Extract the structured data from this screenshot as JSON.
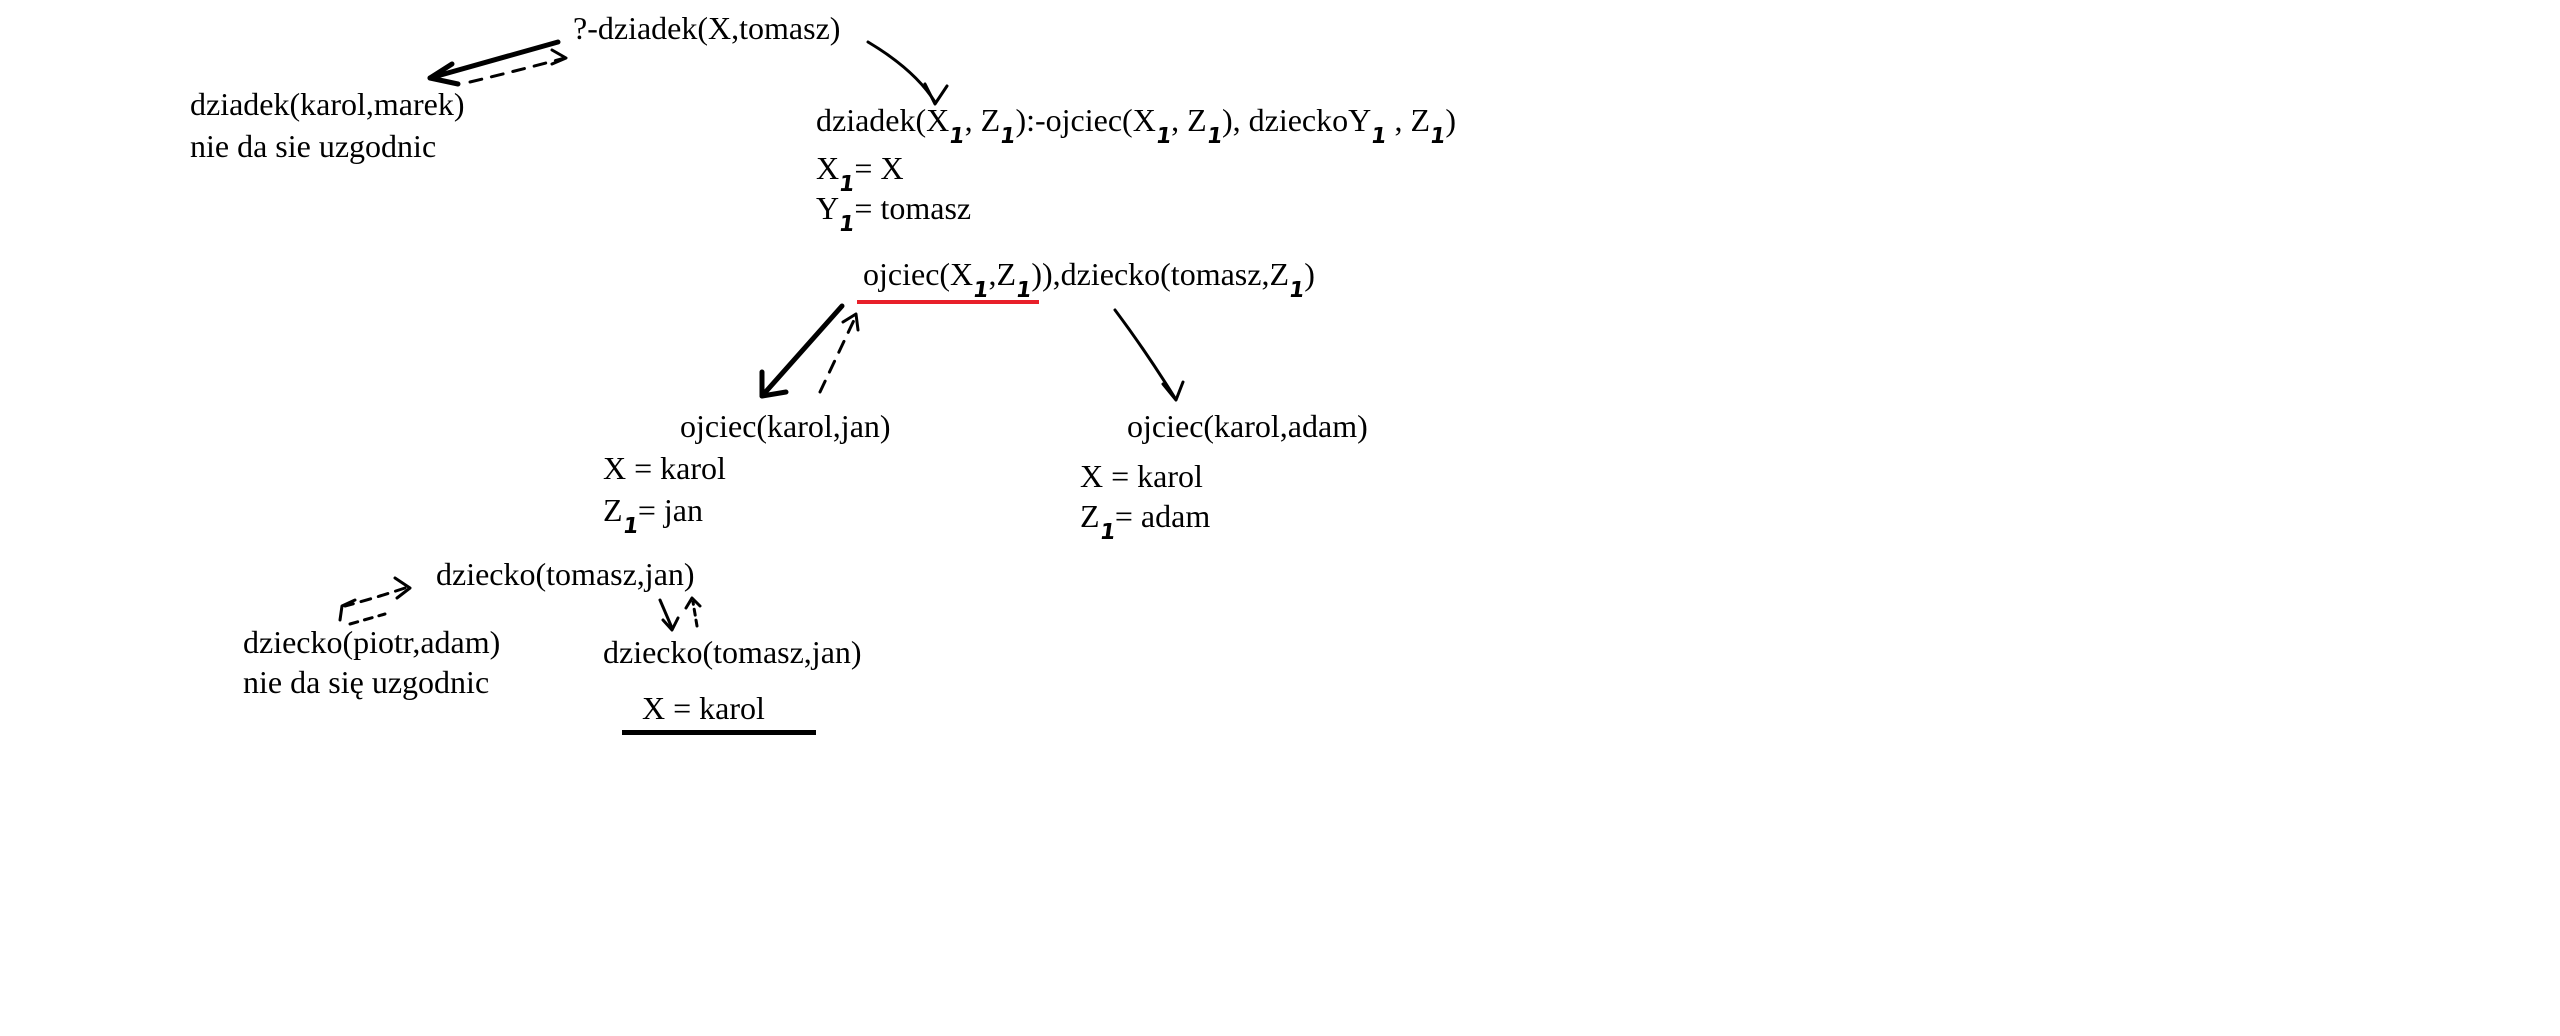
{
  "palette": {
    "ink": "#000000",
    "highlight": "#e8202a",
    "background": "#ffffff"
  },
  "root": {
    "query": "?-dziadek(X,tomasz)"
  },
  "left_fact": {
    "clause": "dziadek(karol,marek)",
    "note": "nie da sie uzgodnic"
  },
  "rule": {
    "p1": "dziadek(X",
    "s1": "1",
    "p2": ", Z",
    "s2": "1",
    "p3": "):-ojciec(X",
    "s3": "1",
    "p4": ", Z",
    "s4": "1",
    "p5": "), dzieckoY",
    "s5": "1",
    "p6": " , Z",
    "s6": "1",
    "p7": ")"
  },
  "bindings1": {
    "x_a": "X",
    "x_s": "1",
    "x_b": "= X",
    "y_a": "Y",
    "y_s": "1",
    "y_b": "= tomasz"
  },
  "goal2": {
    "p1": "ojciec(X",
    "s1": "1",
    "p2": ",Z",
    "s2": "1",
    "p3": ")),dziecko(tomasz,Z",
    "s3": "1",
    "p4": ")"
  },
  "branch_left": {
    "fact": "ojciec(karol,jan)",
    "x_binding": "X = karol",
    "z_a": "Z",
    "z_s": "1",
    "z_b": "= jan"
  },
  "branch_right": {
    "fact": "ojciec(karol,adam)",
    "x_binding": "X = karol",
    "z_a": "Z",
    "z_s": "1",
    "z_b": "=  adam"
  },
  "goal3": {
    "label": "dziecko(tomasz,jan)"
  },
  "left_child": {
    "clause": "dziecko(piotr,adam)",
    "note": "nie da się uzgodnic"
  },
  "right_child": {
    "clause": "dziecko(tomasz,jan)"
  },
  "result": {
    "label": "X = karol"
  }
}
